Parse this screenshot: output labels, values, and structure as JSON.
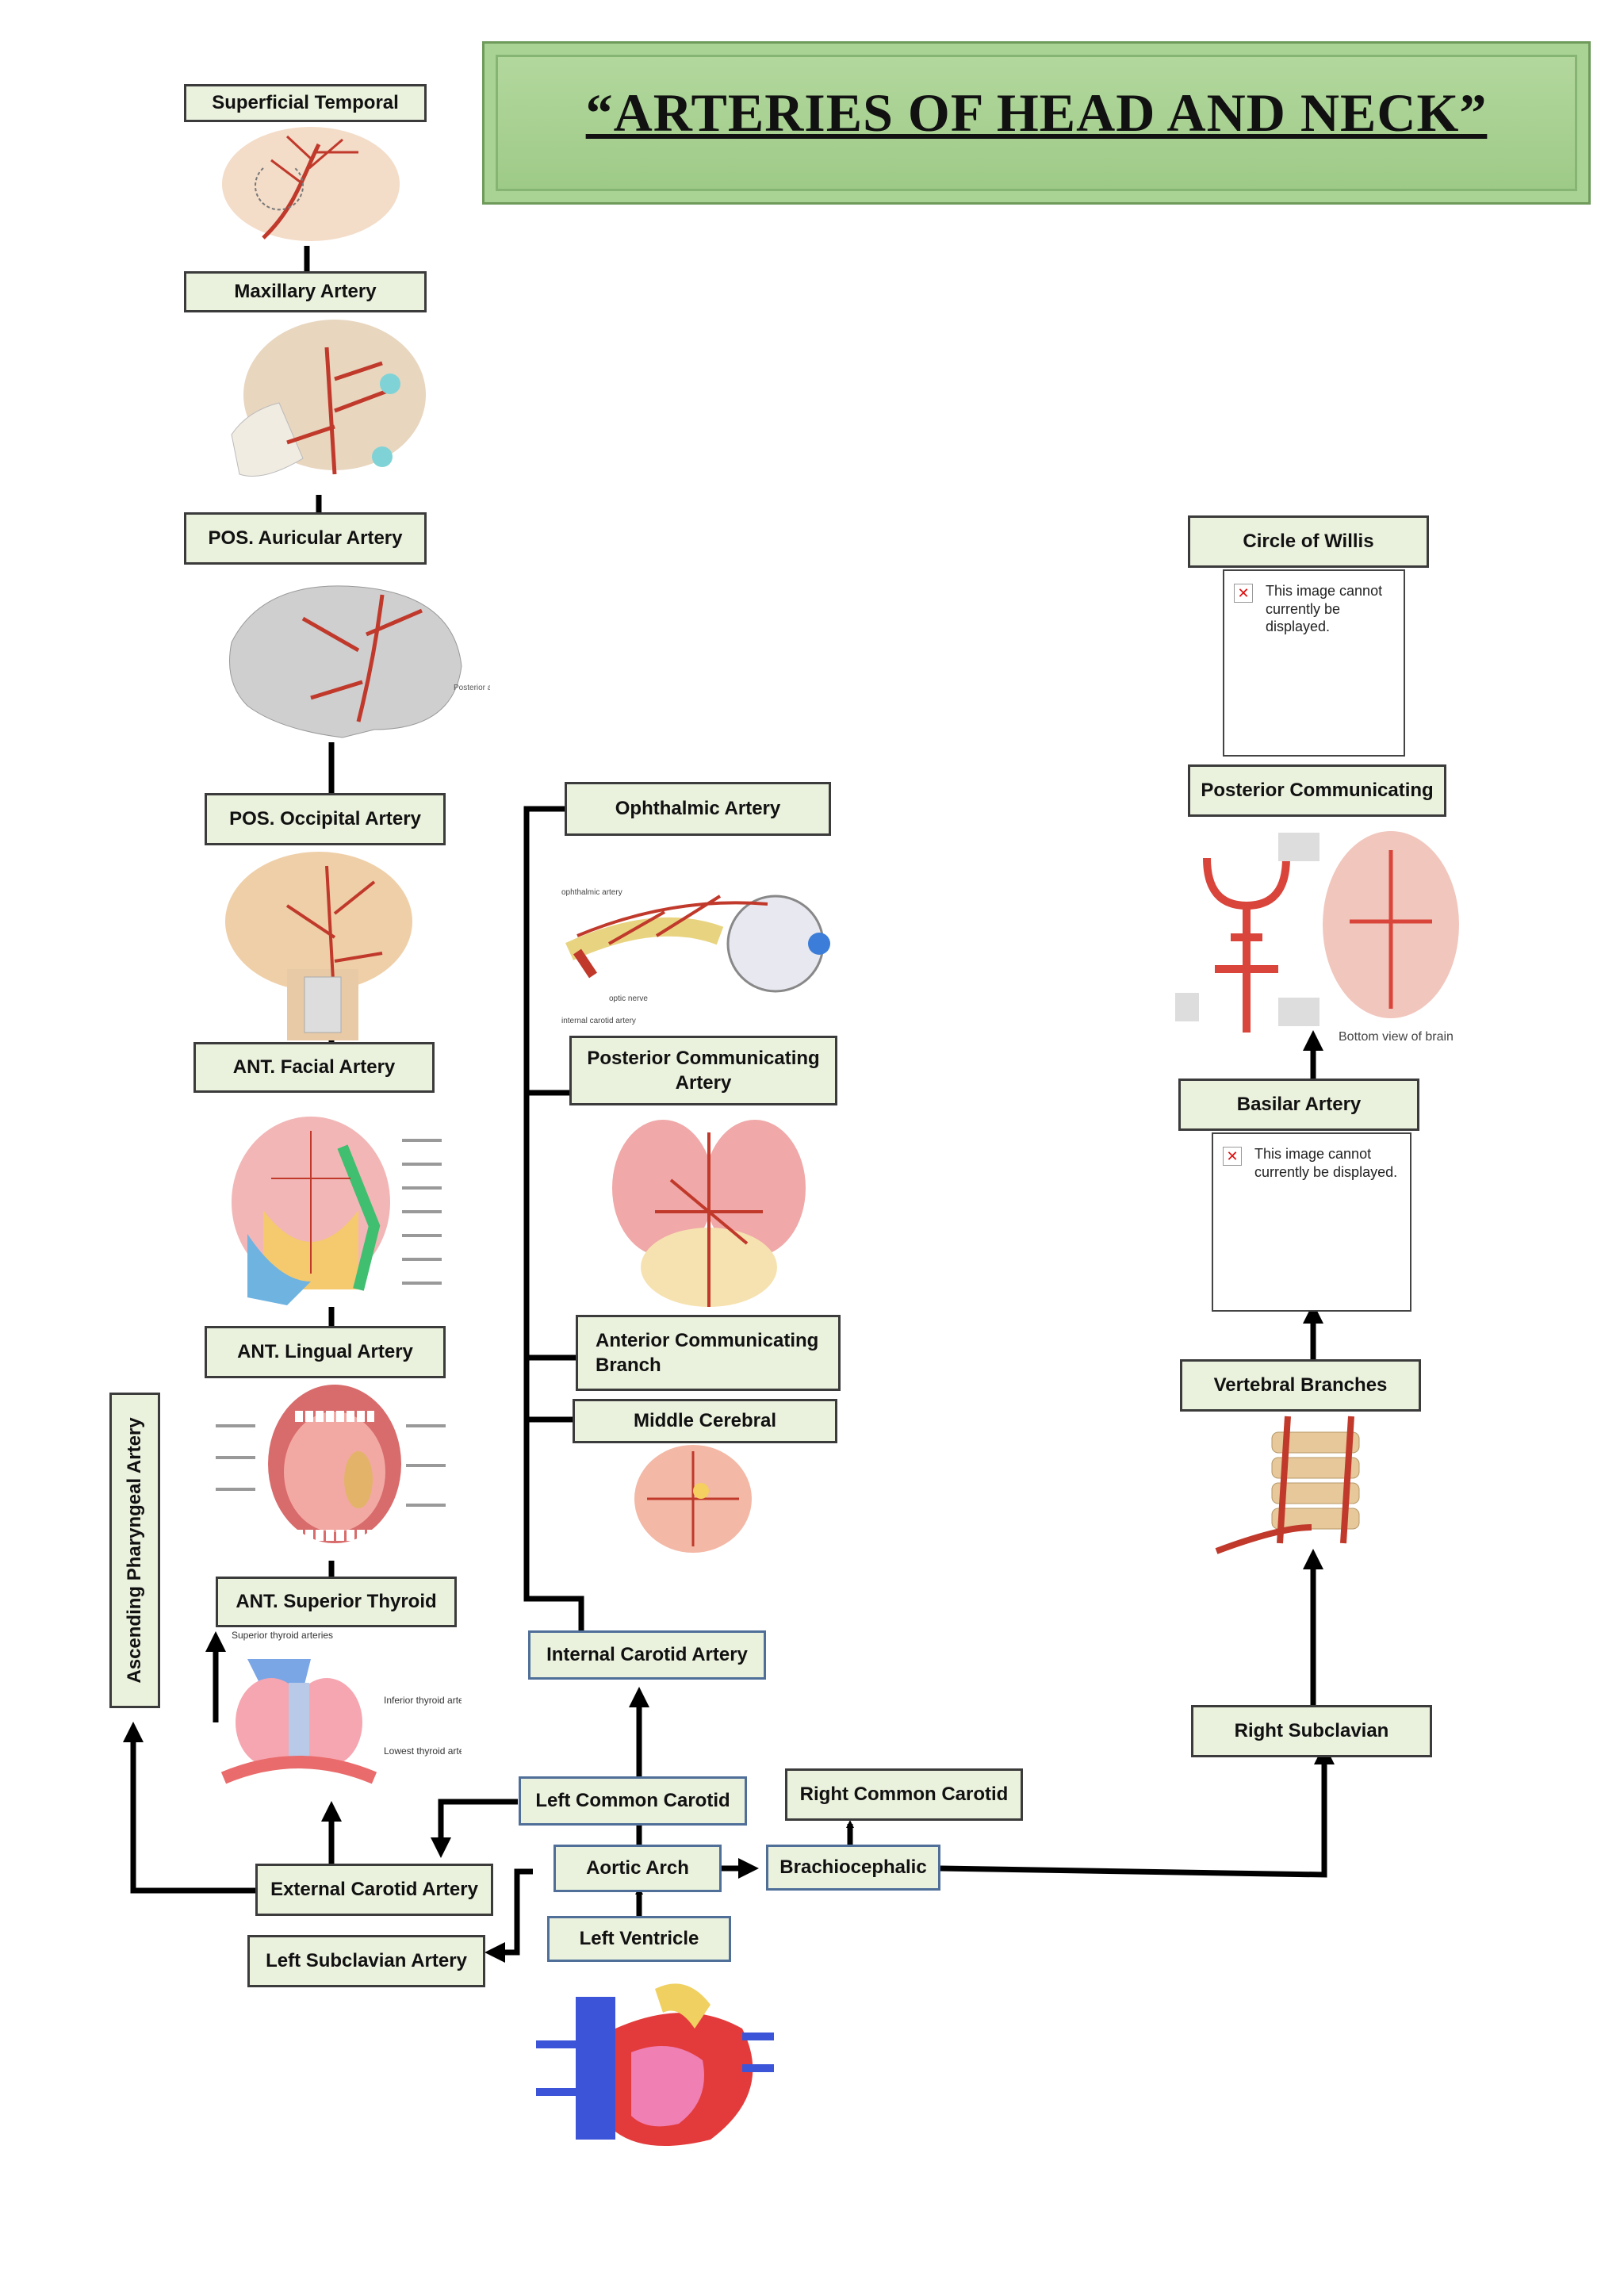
{
  "title": "“ARTERIES OF HEAD AND NECK”",
  "labels": {
    "superficial_temporal": "Superficial Temporal",
    "maxillary": "Maxillary Artery",
    "pos_auricular": "POS. Auricular Artery",
    "pos_occipital": "POS. Occipital Artery",
    "ant_facial": "ANT. Facial Artery",
    "ant_lingual": "ANT. Lingual Artery",
    "ant_superior_thyroid": "ANT. Superior Thyroid",
    "ascending_pharyngeal": "Ascending Pharyngeal Artery",
    "external_carotid": "External Carotid Artery",
    "left_subclavian": "Left Subclavian Artery",
    "left_ventricle": "Left Ventricle",
    "aortic_arch": "Aortic Arch",
    "left_common_carotid": "Left Common Carotid",
    "internal_carotid": "Internal Carotid Artery",
    "ophthalmic": "Ophthalmic Artery",
    "posterior_communicating_mid": "Posterior Communicating Artery",
    "anterior_communicating": "Anterior Communicating Branch",
    "middle_cerebral": "Middle Cerebral",
    "brachiocephalic": "Brachiocephalic",
    "right_common_carotid": "Right Common Carotid",
    "right_subclavian": "Right Subclavian",
    "vertebral_branches": "Vertebral Branches",
    "basilar": "Basilar Artery",
    "posterior_communicating_right": "Posterior Communicating",
    "circle_of_willis": "Circle of Willis"
  },
  "broken_image_text": "This image cannot currently be displayed.",
  "image_captions": {
    "thyroid_top": "Superior thyroid arteries",
    "thyroid_inferior": "Inferior thyroid artery",
    "thyroid_lowest": "Lowest thyroid artery",
    "brain_bottom": "Bottom view of brain",
    "auricular_note": "Posterior auricular artery",
    "eye_ophthalmic": "ophthalmic artery",
    "eye_optic": "optic nerve",
    "eye_ica": "internal carotid artery"
  },
  "colors": {
    "label_fill": "#eaf1dd",
    "title_fill": "#9cc985",
    "artery_red": "#c0392b",
    "connector": "#000000"
  }
}
